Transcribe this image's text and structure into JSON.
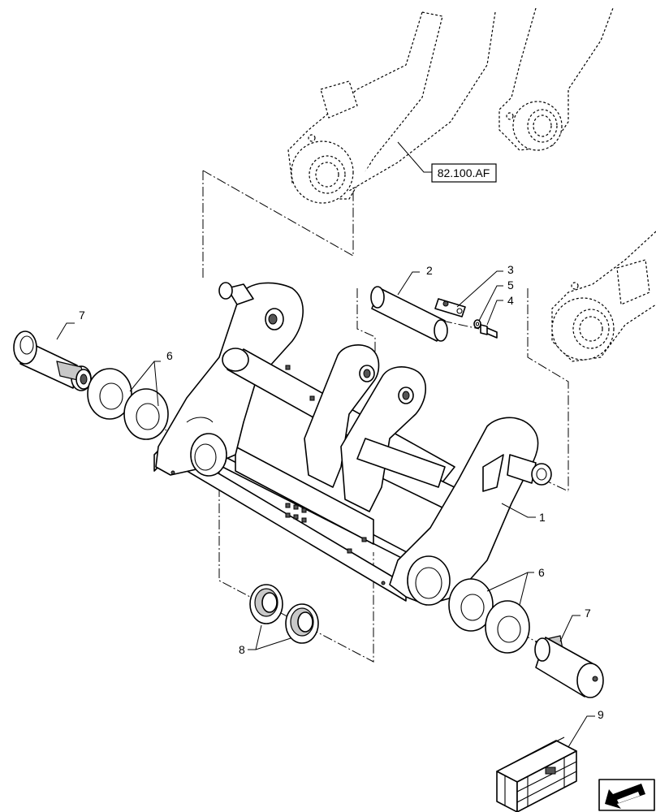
{
  "reference_label": "82.100.AF",
  "callouts": {
    "c1": "1",
    "c2": "2",
    "c3": "3",
    "c4": "4",
    "c5": "5",
    "c6_left": "6",
    "c6_right": "6",
    "c7_left": "7",
    "c7_right": "7",
    "c8": "8",
    "c9": "9"
  },
  "icons": {
    "navigation": "previous-page-arrow-icon",
    "kit": "parts-kit-box-icon"
  }
}
